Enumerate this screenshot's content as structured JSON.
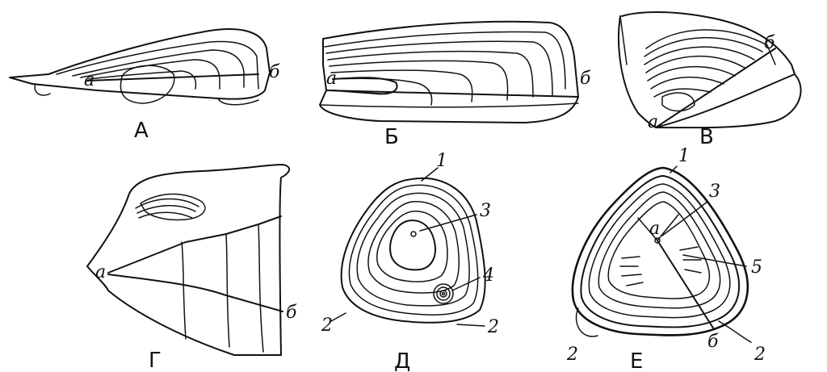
{
  "figures": {
    "A": {
      "caption": "А",
      "point_a": "а",
      "point_b": "б"
    },
    "B": {
      "caption": "Б",
      "point_a": "а",
      "point_b": "б"
    },
    "V": {
      "caption": "В",
      "point_a": "а",
      "point_b": "б"
    },
    "G": {
      "caption": "Г",
      "point_a": "а",
      "point_b": "б"
    },
    "D": {
      "caption": "Д",
      "labels": {
        "n1": "1",
        "n2a": "2",
        "n2b": "2",
        "n3": "3",
        "n4": "4"
      }
    },
    "E": {
      "caption": "Е",
      "point_a": "а",
      "point_b": "б",
      "labels": {
        "n1": "1",
        "n2a": "2",
        "n2b": "2",
        "n3": "3",
        "n5": "5"
      }
    }
  }
}
